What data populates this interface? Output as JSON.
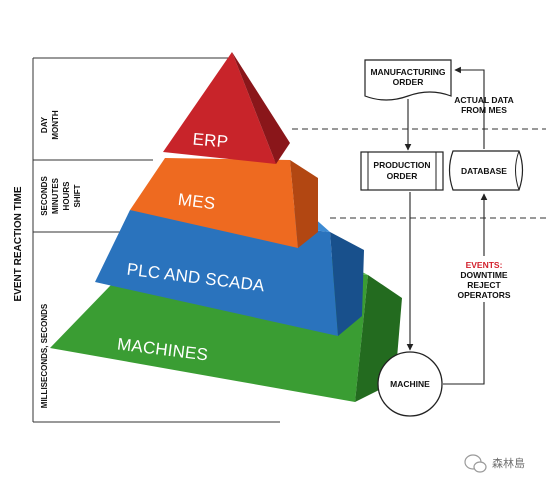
{
  "diagram": {
    "axis_title": "EVENT REACTION TIME",
    "time_tiers": {
      "erp": [
        "DAY",
        "MONTH"
      ],
      "mes": [
        "SECONDS",
        "MINUTES",
        "HOURS",
        "SHIFT"
      ],
      "machines": [
        "MILLISECONDS, SECONDS"
      ]
    },
    "pyramid_layers": {
      "erp": "ERP",
      "mes": "MES",
      "plc": "PLC AND SCADA",
      "machines": "MACHINES"
    },
    "layer_colors": {
      "erp": "#c8242a",
      "mes": "#ee6a20",
      "plc": "#2a73bd",
      "machines": "#3a9d33"
    },
    "flow": {
      "manufacturing_order": [
        "MANUFACTURING",
        "ORDER"
      ],
      "production_order": [
        "PRODUCTION",
        "ORDER"
      ],
      "database": "DATABASE",
      "machine": "MACHINE",
      "actual_data": [
        "ACTUAL DATA",
        "FROM MES"
      ],
      "events_title": "EVENTS:",
      "events_items": [
        "DOWNTIME",
        "REJECT",
        "OPERATORS"
      ]
    },
    "watermark": "森林島"
  }
}
